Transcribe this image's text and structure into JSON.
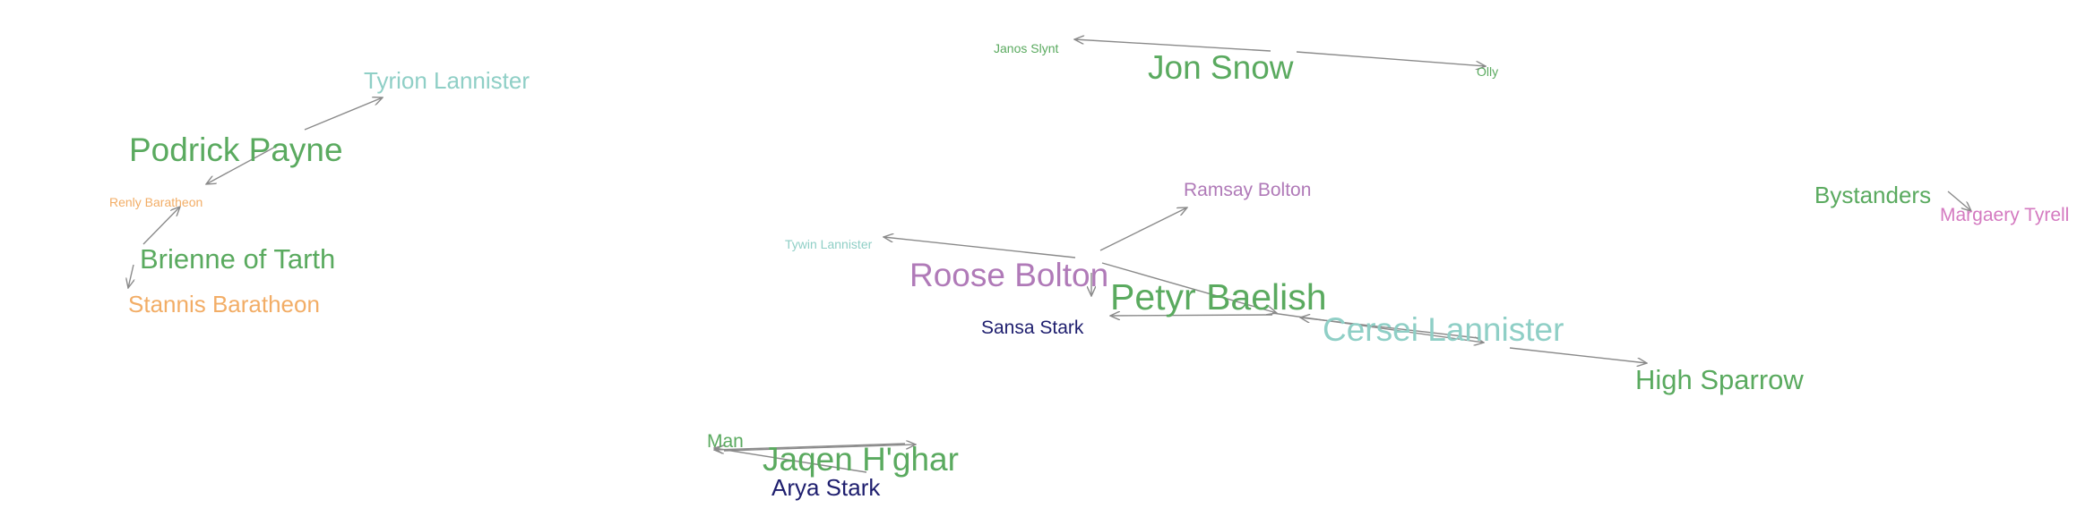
{
  "diagram": {
    "type": "character-relationship-graph",
    "colors": {
      "green": "#5aaa5f",
      "teal": "#8fcfc6",
      "orange": "#f2ad66",
      "purple": "#b07ab8",
      "navy": "#1e1e6e",
      "pink": "#d47ac0",
      "edge": "#8a8a8a"
    },
    "nodes": [
      {
        "id": "jon-snow",
        "label": "Jon Snow",
        "group": "green",
        "weight": 5
      },
      {
        "id": "janos-slynt",
        "label": "Janos Slynt",
        "group": "green",
        "weight": 1
      },
      {
        "id": "olly",
        "label": "Olly",
        "group": "green",
        "weight": 1
      },
      {
        "id": "tyrion-lannister",
        "label": "Tyrion Lannister",
        "group": "teal",
        "weight": 3
      },
      {
        "id": "podrick-payne",
        "label": "Podrick Payne",
        "group": "green",
        "weight": 5
      },
      {
        "id": "renly-baratheon",
        "label": "Renly Baratheon",
        "group": "orange",
        "weight": 1
      },
      {
        "id": "brienne-of-tarth",
        "label": "Brienne of Tarth",
        "group": "green",
        "weight": 4
      },
      {
        "id": "stannis-baratheon",
        "label": "Stannis Baratheon",
        "group": "orange",
        "weight": 3
      },
      {
        "id": "ramsay-bolton",
        "label": "Ramsay Bolton",
        "group": "purple",
        "weight": 2
      },
      {
        "id": "tywin-lannister",
        "label": "Tywin Lannister",
        "group": "teal",
        "weight": 1
      },
      {
        "id": "roose-bolton",
        "label": "Roose Bolton",
        "group": "purple",
        "weight": 5
      },
      {
        "id": "petyr-baelish",
        "label": "Petyr Baelish",
        "group": "green",
        "weight": 6
      },
      {
        "id": "sansa-stark",
        "label": "Sansa Stark",
        "group": "navy",
        "weight": 2
      },
      {
        "id": "cersei-lannister",
        "label": "Cersei Lannister",
        "group": "teal",
        "weight": 5
      },
      {
        "id": "high-sparrow",
        "label": "High Sparrow",
        "group": "green",
        "weight": 4
      },
      {
        "id": "bystanders",
        "label": "Bystanders",
        "group": "green",
        "weight": 3
      },
      {
        "id": "margaery-tyrell",
        "label": "Margaery Tyrell",
        "group": "pink",
        "weight": 2
      },
      {
        "id": "man",
        "label": "Man",
        "group": "green",
        "weight": 2
      },
      {
        "id": "jaqen-hghar",
        "label": "Jaqen H'ghar",
        "group": "green",
        "weight": 5
      },
      {
        "id": "arya-stark",
        "label": "Arya Stark",
        "group": "navy",
        "weight": 3
      }
    ],
    "edges": [
      {
        "from": "jon-snow",
        "to": "janos-slynt"
      },
      {
        "from": "jon-snow",
        "to": "olly"
      },
      {
        "from": "podrick-payne",
        "to": "tyrion-lannister"
      },
      {
        "from": "podrick-payne",
        "to": "renly-baratheon"
      },
      {
        "from": "renly-baratheon",
        "to": "podrick-payne"
      },
      {
        "from": "brienne-of-tarth",
        "to": "stannis-baratheon"
      },
      {
        "from": "roose-bolton",
        "to": "ramsay-bolton"
      },
      {
        "from": "roose-bolton",
        "to": "tywin-lannister"
      },
      {
        "from": "roose-bolton",
        "to": "sansa-stark"
      },
      {
        "from": "roose-bolton",
        "to": "petyr-baelish"
      },
      {
        "from": "petyr-baelish",
        "to": "sansa-stark"
      },
      {
        "from": "cersei-lannister",
        "to": "petyr-baelish"
      },
      {
        "from": "petyr-baelish",
        "to": "cersei-lannister"
      },
      {
        "from": "cersei-lannister",
        "to": "high-sparrow"
      },
      {
        "from": "bystanders",
        "to": "margaery-tyrell"
      },
      {
        "from": "jaqen-hghar",
        "to": "man"
      },
      {
        "from": "arya-stark",
        "to": "man"
      },
      {
        "from": "man",
        "to": "jaqen-hghar"
      }
    ]
  }
}
